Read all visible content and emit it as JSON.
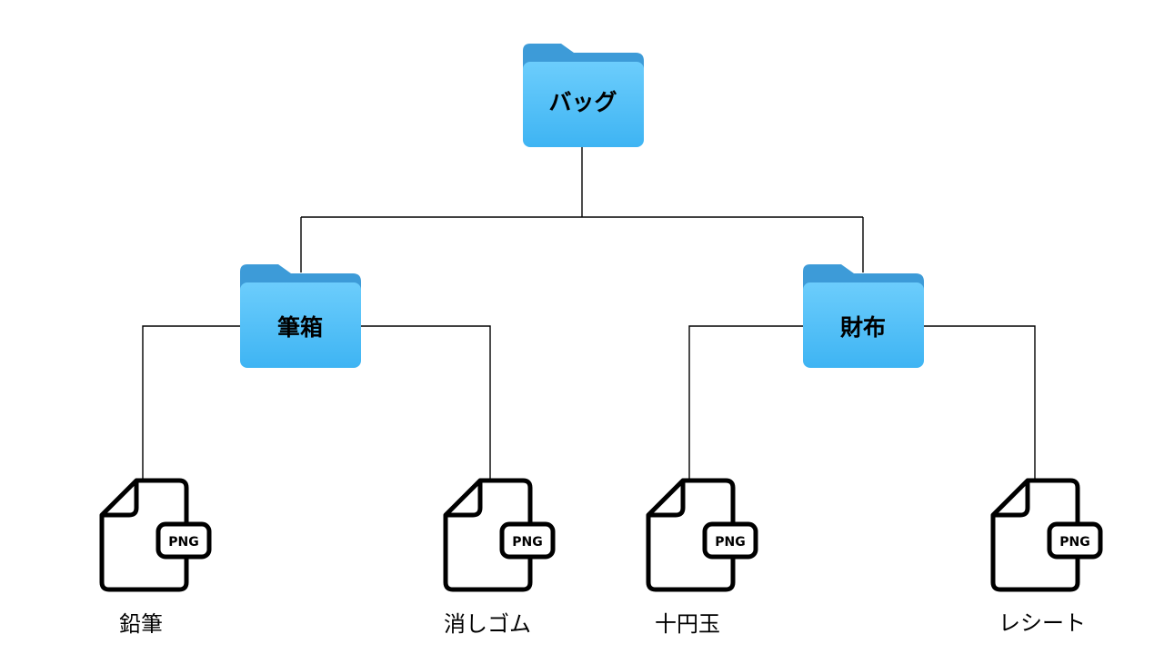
{
  "root": {
    "label": "バッグ"
  },
  "folders": [
    {
      "id": "pencil-case",
      "label": "筆箱"
    },
    {
      "id": "wallet",
      "label": "財布"
    }
  ],
  "files": [
    {
      "id": "pencil",
      "label": "鉛筆",
      "badge": "PNG"
    },
    {
      "id": "eraser",
      "label": "消しゴム",
      "badge": "PNG"
    },
    {
      "id": "coin",
      "label": "十円玉",
      "badge": "PNG"
    },
    {
      "id": "receipt",
      "label": "レシート",
      "badge": "PNG"
    }
  ],
  "colors": {
    "folder_tab": "#3d9bd8",
    "folder_front_top": "#6ccdfc",
    "folder_front_bottom": "#3eb4f3",
    "line": "#000000",
    "file_stroke": "#000000"
  },
  "icons": {
    "folder": "folder-icon",
    "file": "png-file-icon"
  }
}
